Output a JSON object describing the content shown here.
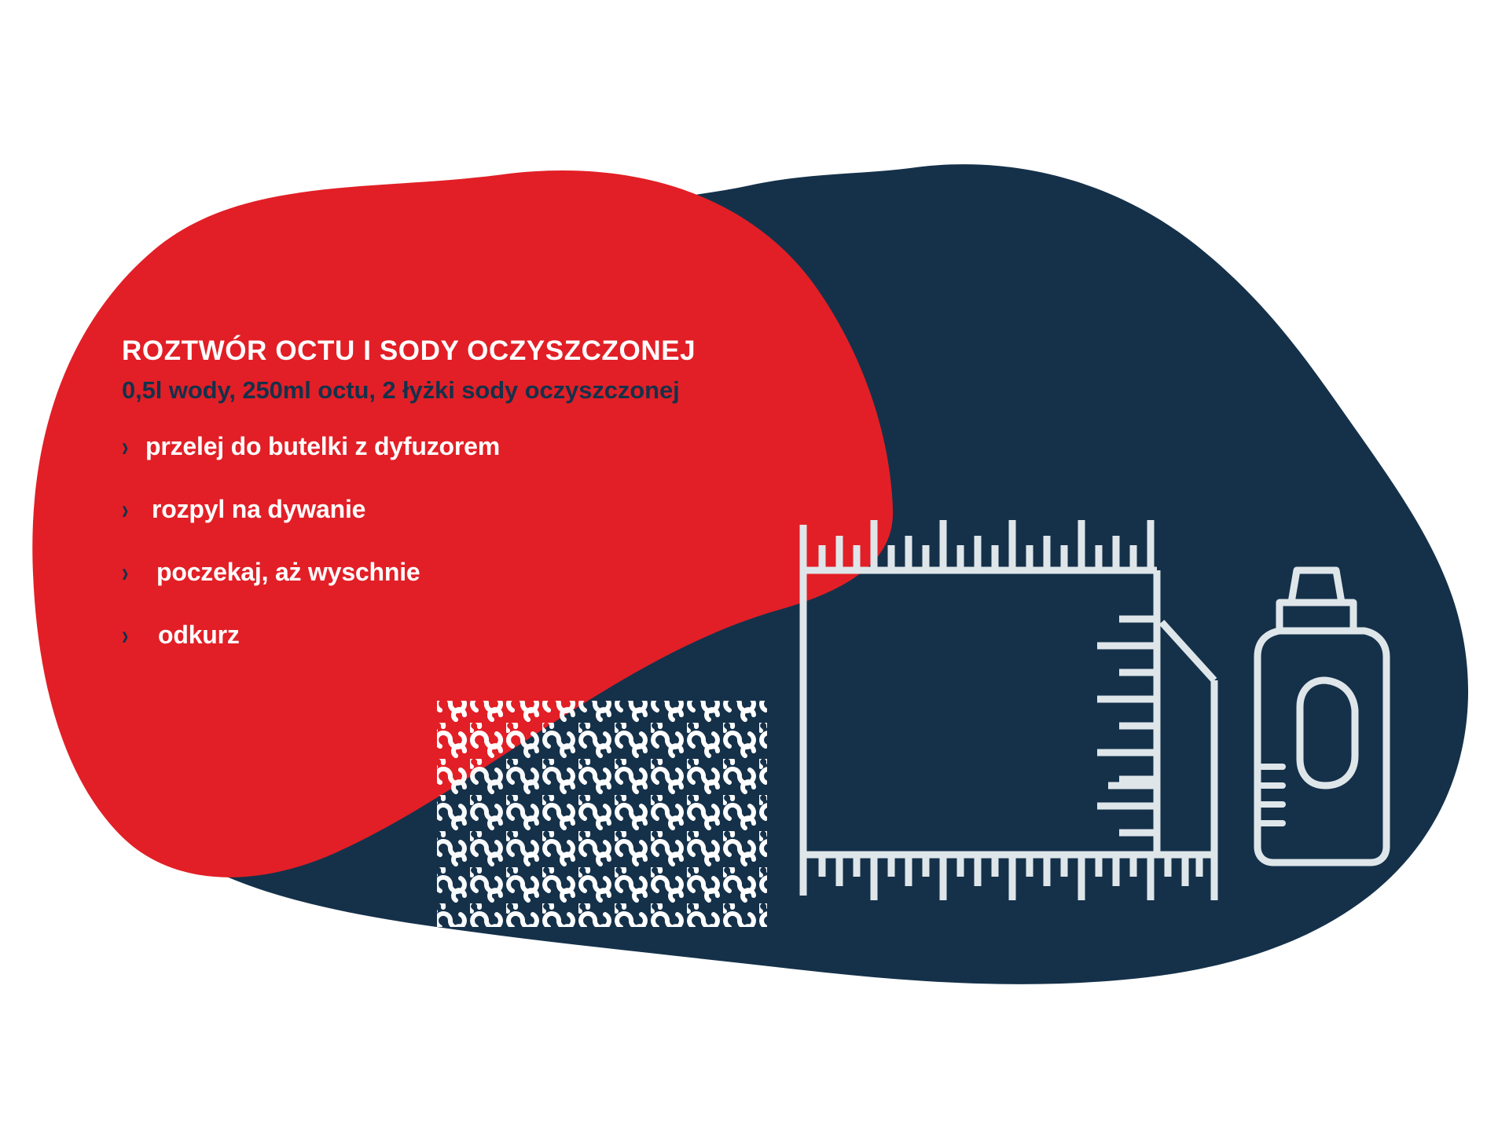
{
  "graphic": {
    "type": "infographic-blob-card",
    "language": "pl",
    "headline": "ROZTWÓR OCTU I SODY OCZYSZCZONEJ",
    "subheadline": "0,5l wody, 250ml octu, 2 łyżki sody oczyszczonej",
    "steps": [
      {
        "marker": "›",
        "label": "przelej do butelki z dyfuzorem"
      },
      {
        "marker": "›",
        "label": "rozpyl na dywanie"
      },
      {
        "marker": "›",
        "label": "poczekaj, aż wyschnie"
      },
      {
        "marker": "›",
        "label": "odkurz"
      }
    ],
    "icons": [
      {
        "name": "rug-icon",
        "label": "dywan"
      },
      {
        "name": "detergent-bottle-icon",
        "label": "butelka detergentu"
      },
      {
        "name": "scribble-texture",
        "label": "fragment dywanu / włosie"
      }
    ],
    "colors": {
      "background": "#ffffff",
      "navy_blob": "#15314a",
      "red_blob": "#e21f26",
      "headline_text": "#ffffff",
      "sub_text": "#15314a",
      "step_text": "#ffffff",
      "chevron": "#15314a",
      "icon_stroke": "#dfe6ea"
    }
  }
}
